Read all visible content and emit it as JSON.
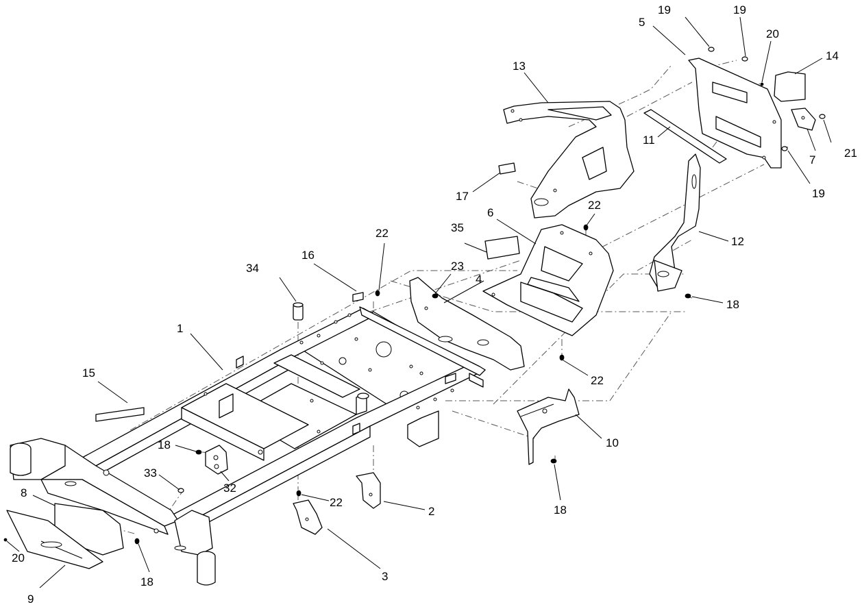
{
  "callouts": [
    {
      "id": "c1",
      "text": "1"
    },
    {
      "id": "c2",
      "text": "2"
    },
    {
      "id": "c3",
      "text": "3"
    },
    {
      "id": "c4",
      "text": "4"
    },
    {
      "id": "c5",
      "text": "5"
    },
    {
      "id": "c6",
      "text": "6"
    },
    {
      "id": "c7",
      "text": "7"
    },
    {
      "id": "c8",
      "text": "8"
    },
    {
      "id": "c9",
      "text": "9"
    },
    {
      "id": "c10",
      "text": "10"
    },
    {
      "id": "c11",
      "text": "11"
    },
    {
      "id": "c12",
      "text": "12"
    },
    {
      "id": "c13",
      "text": "13"
    },
    {
      "id": "c14",
      "text": "14"
    },
    {
      "id": "c15",
      "text": "15"
    },
    {
      "id": "c16",
      "text": "16"
    },
    {
      "id": "c17",
      "text": "17"
    },
    {
      "id": "c18a",
      "text": "18"
    },
    {
      "id": "c18b",
      "text": "18"
    },
    {
      "id": "c18c",
      "text": "18"
    },
    {
      "id": "c18d",
      "text": "18"
    },
    {
      "id": "c19a",
      "text": "19"
    },
    {
      "id": "c19b",
      "text": "19"
    },
    {
      "id": "c19c",
      "text": "19"
    },
    {
      "id": "c20a",
      "text": "20"
    },
    {
      "id": "c20b",
      "text": "20"
    },
    {
      "id": "c21",
      "text": "21"
    },
    {
      "id": "c22a",
      "text": "22"
    },
    {
      "id": "c22b",
      "text": "22"
    },
    {
      "id": "c22c",
      "text": "22"
    },
    {
      "id": "c22d",
      "text": "22"
    },
    {
      "id": "c23",
      "text": "23"
    },
    {
      "id": "c32",
      "text": "32"
    },
    {
      "id": "c33",
      "text": "33"
    },
    {
      "id": "c34",
      "text": "34"
    },
    {
      "id": "c35",
      "text": "35"
    }
  ]
}
